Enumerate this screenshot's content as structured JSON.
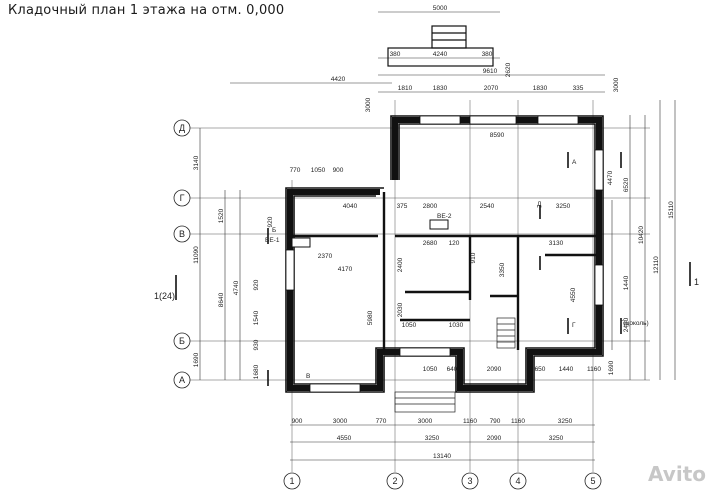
{
  "title": "Кладочный план 1 этажа на отм. 0,000",
  "watermark": "Avito",
  "axes": {
    "rows": [
      "Д",
      "Г",
      "В",
      "Б",
      "А"
    ],
    "cols": [
      "1",
      "2",
      "3",
      "4",
      "5"
    ]
  },
  "dims": {
    "top": [
      "5000",
      "380",
      "4240",
      "380",
      "9610",
      "1810",
      "1830",
      "2070",
      "1830",
      "335",
      "4420",
      "3000",
      "2620",
      "3000"
    ],
    "bottom_row1": [
      "900",
      "3000",
      "770",
      "3000",
      "1160",
      "790",
      "1160",
      "3250"
    ],
    "bottom_row2": [
      "4550",
      "3250",
      "2090",
      "3250"
    ],
    "total": "13140",
    "left": [
      "3140",
      "1520",
      "11090",
      "8640",
      "4740",
      "1690",
      "1540",
      "1680",
      "920",
      "920",
      "930"
    ],
    "right": [
      "6520",
      "4470",
      "10420",
      "12110",
      "15110",
      "1440",
      "2450",
      "4550",
      "1690"
    ],
    "interior": [
      "8590",
      "2540",
      "3250",
      "2800",
      "4040",
      "375",
      "2680",
      "120",
      "3130",
      "4170",
      "2370",
      "3350",
      "5980",
      "1050",
      "1030",
      "1440",
      "1160",
      "650",
      "2090",
      "640",
      "1050",
      "910",
      "2400",
      "2030",
      "770",
      "1050",
      "900"
    ]
  },
  "labels": {
    "ve1": "ВЕ-1",
    "ve2": "ВЕ-2",
    "section_a": "А",
    "section_b": "Б",
    "section_v": "В",
    "section_g": "Г",
    "section_d": "Д",
    "sec_1": "1",
    "sec_1_24": "1(24)",
    "cokol": "Г(цоколь)"
  }
}
